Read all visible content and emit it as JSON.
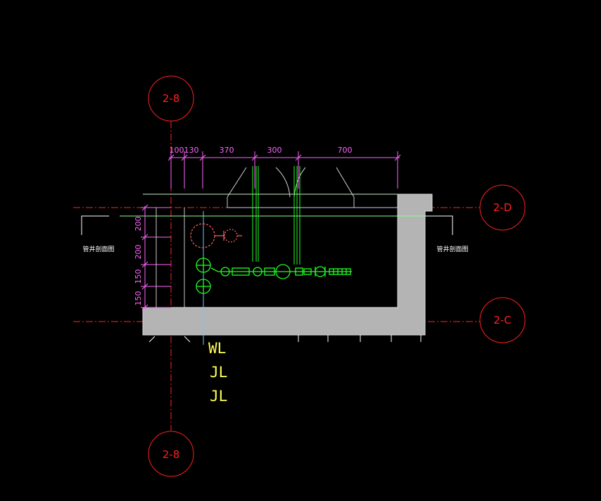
{
  "axes": {
    "vertical_top": "2-8",
    "vertical_bottom": "2-8",
    "right_upper": "2-D",
    "right_lower": "2-C"
  },
  "dimensions": {
    "top": [
      "100",
      "130",
      "370",
      "300",
      "700"
    ],
    "left": [
      "200",
      "200",
      "150",
      "150"
    ]
  },
  "pipe_labels": [
    "WL",
    "JL",
    "JL"
  ],
  "notes": {
    "left": "管井剖面图",
    "right": "管井剖面图"
  },
  "colors": {
    "background": "#000000",
    "axis": "#ff2020",
    "dimension": "#ff66ff",
    "pipe": "#22ff22",
    "wall": "#b4b4b4",
    "label": "#ffff55"
  }
}
